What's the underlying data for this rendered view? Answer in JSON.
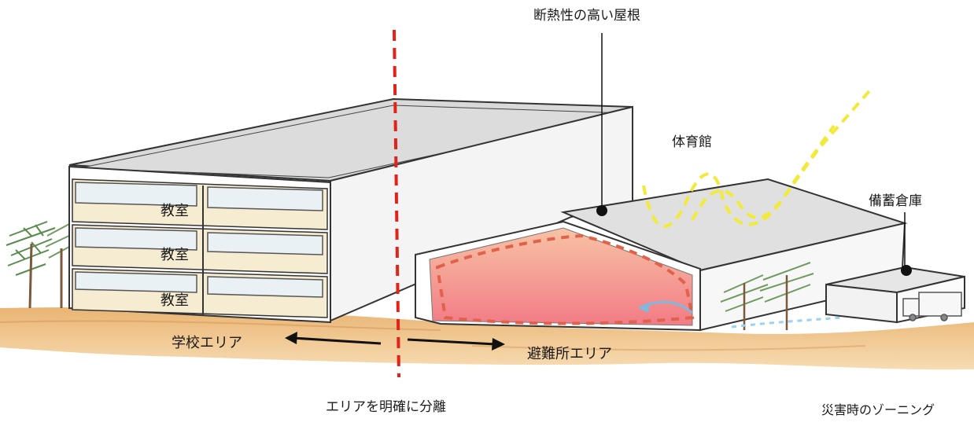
{
  "labels": {
    "roof": "断熱性の高い屋根",
    "gym": "体育館",
    "storage": "備蓄倉庫",
    "classroom_1": "教室",
    "classroom_2": "教室",
    "classroom_3": "教室",
    "school_area": "学校エリア",
    "shelter_area": "避難所エリア",
    "separate": "エリアを明確に分離",
    "caption": "災害時のゾーニング"
  },
  "colors": {
    "divider": "#e2231a",
    "ground": "#e9b473",
    "shelter_zone": "#f57f7f",
    "sunlight": "#f2ea3b",
    "classroom_floor": "#f6ecd2",
    "airflow": "#7fb9e0"
  }
}
